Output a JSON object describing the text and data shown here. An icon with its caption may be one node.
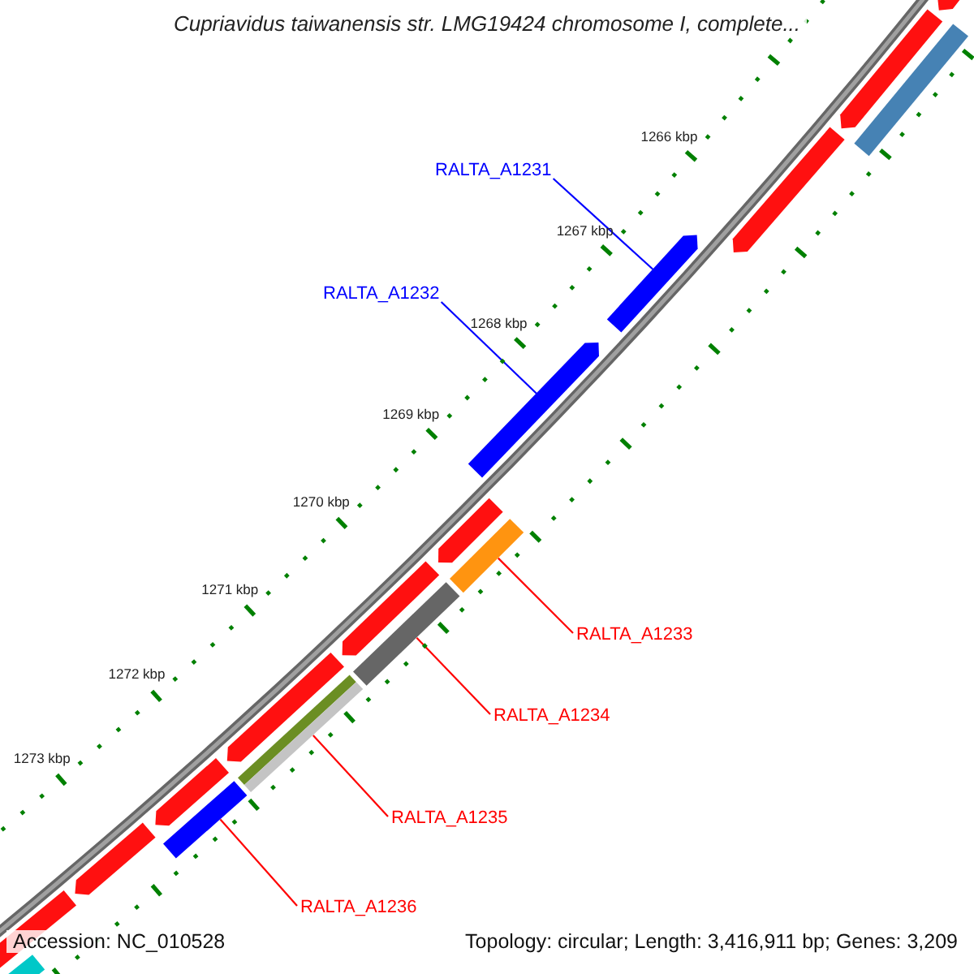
{
  "diagram": {
    "title": "Cupriavidus taiwanensis str. LMG19424 chromosome I, complete...",
    "nodes": [
      {
        "text": [
          "RALTA_A1231"
        ]
      },
      {
        "text": [
          "RALTA_A1232"
        ]
      },
      {
        "text": [
          "RALTA_A1233"
        ]
      },
      {
        "text": [
          "RALTA_A1234"
        ]
      },
      {
        "text": [
          "RALTA_A1235"
        ]
      },
      {
        "text": [
          "RALTA_A1236"
        ]
      },
      {
        "text": [],
        "shape": "arrow"
      },
      {
        "text": [],
        "shape": "bar"
      },
      {
        "text": [],
        "shape": "arrow"
      },
      {
        "text": [],
        "shape": "arrow"
      },
      {
        "text": [],
        "shape": "arrow"
      },
      {
        "text": [],
        "shape": "arrow"
      },
      {
        "text": [],
        "shape": "arrow"
      },
      {
        "text": [],
        "shape": "bar"
      },
      {
        "text": [],
        "shape": "arrow"
      },
      {
        "text": [],
        "shape": "bar"
      },
      {
        "text": [],
        "shape": "arrow"
      },
      {
        "text": [],
        "shape": "bar"
      },
      {
        "text": [],
        "shape": "arrow"
      },
      {
        "text": [],
        "shape": "bar"
      },
      {
        "text": [],
        "shape": "arrow"
      },
      {
        "text": [],
        "shape": "arrow"
      },
      {
        "text": [],
        "shape": "bar"
      }
    ],
    "edges": [
      {
        "from": 0,
        "to": 10,
        "arrow": "none",
        "color": "#0000ff"
      },
      {
        "from": 1,
        "to": 11,
        "arrow": "none",
        "color": "#0000ff"
      },
      {
        "from": 2,
        "to": 13,
        "arrow": "none"
      },
      {
        "from": 3,
        "to": 15,
        "arrow": "none"
      },
      {
        "from": 4,
        "to": 17,
        "arrow": "none"
      },
      {
        "from": 5,
        "to": 19,
        "arrow": "none"
      }
    ],
    "labels": [
      "1266 kbp",
      "1267 kbp",
      "1268 kbp",
      "1269 kbp",
      "1270 kbp",
      "1271 kbp",
      "1272 kbp",
      "1273 kbp",
      "Accession: NC_010528",
      "Topology: circular; Length: 3,416,911 bp; Genes: 3,209"
    ]
  }
}
